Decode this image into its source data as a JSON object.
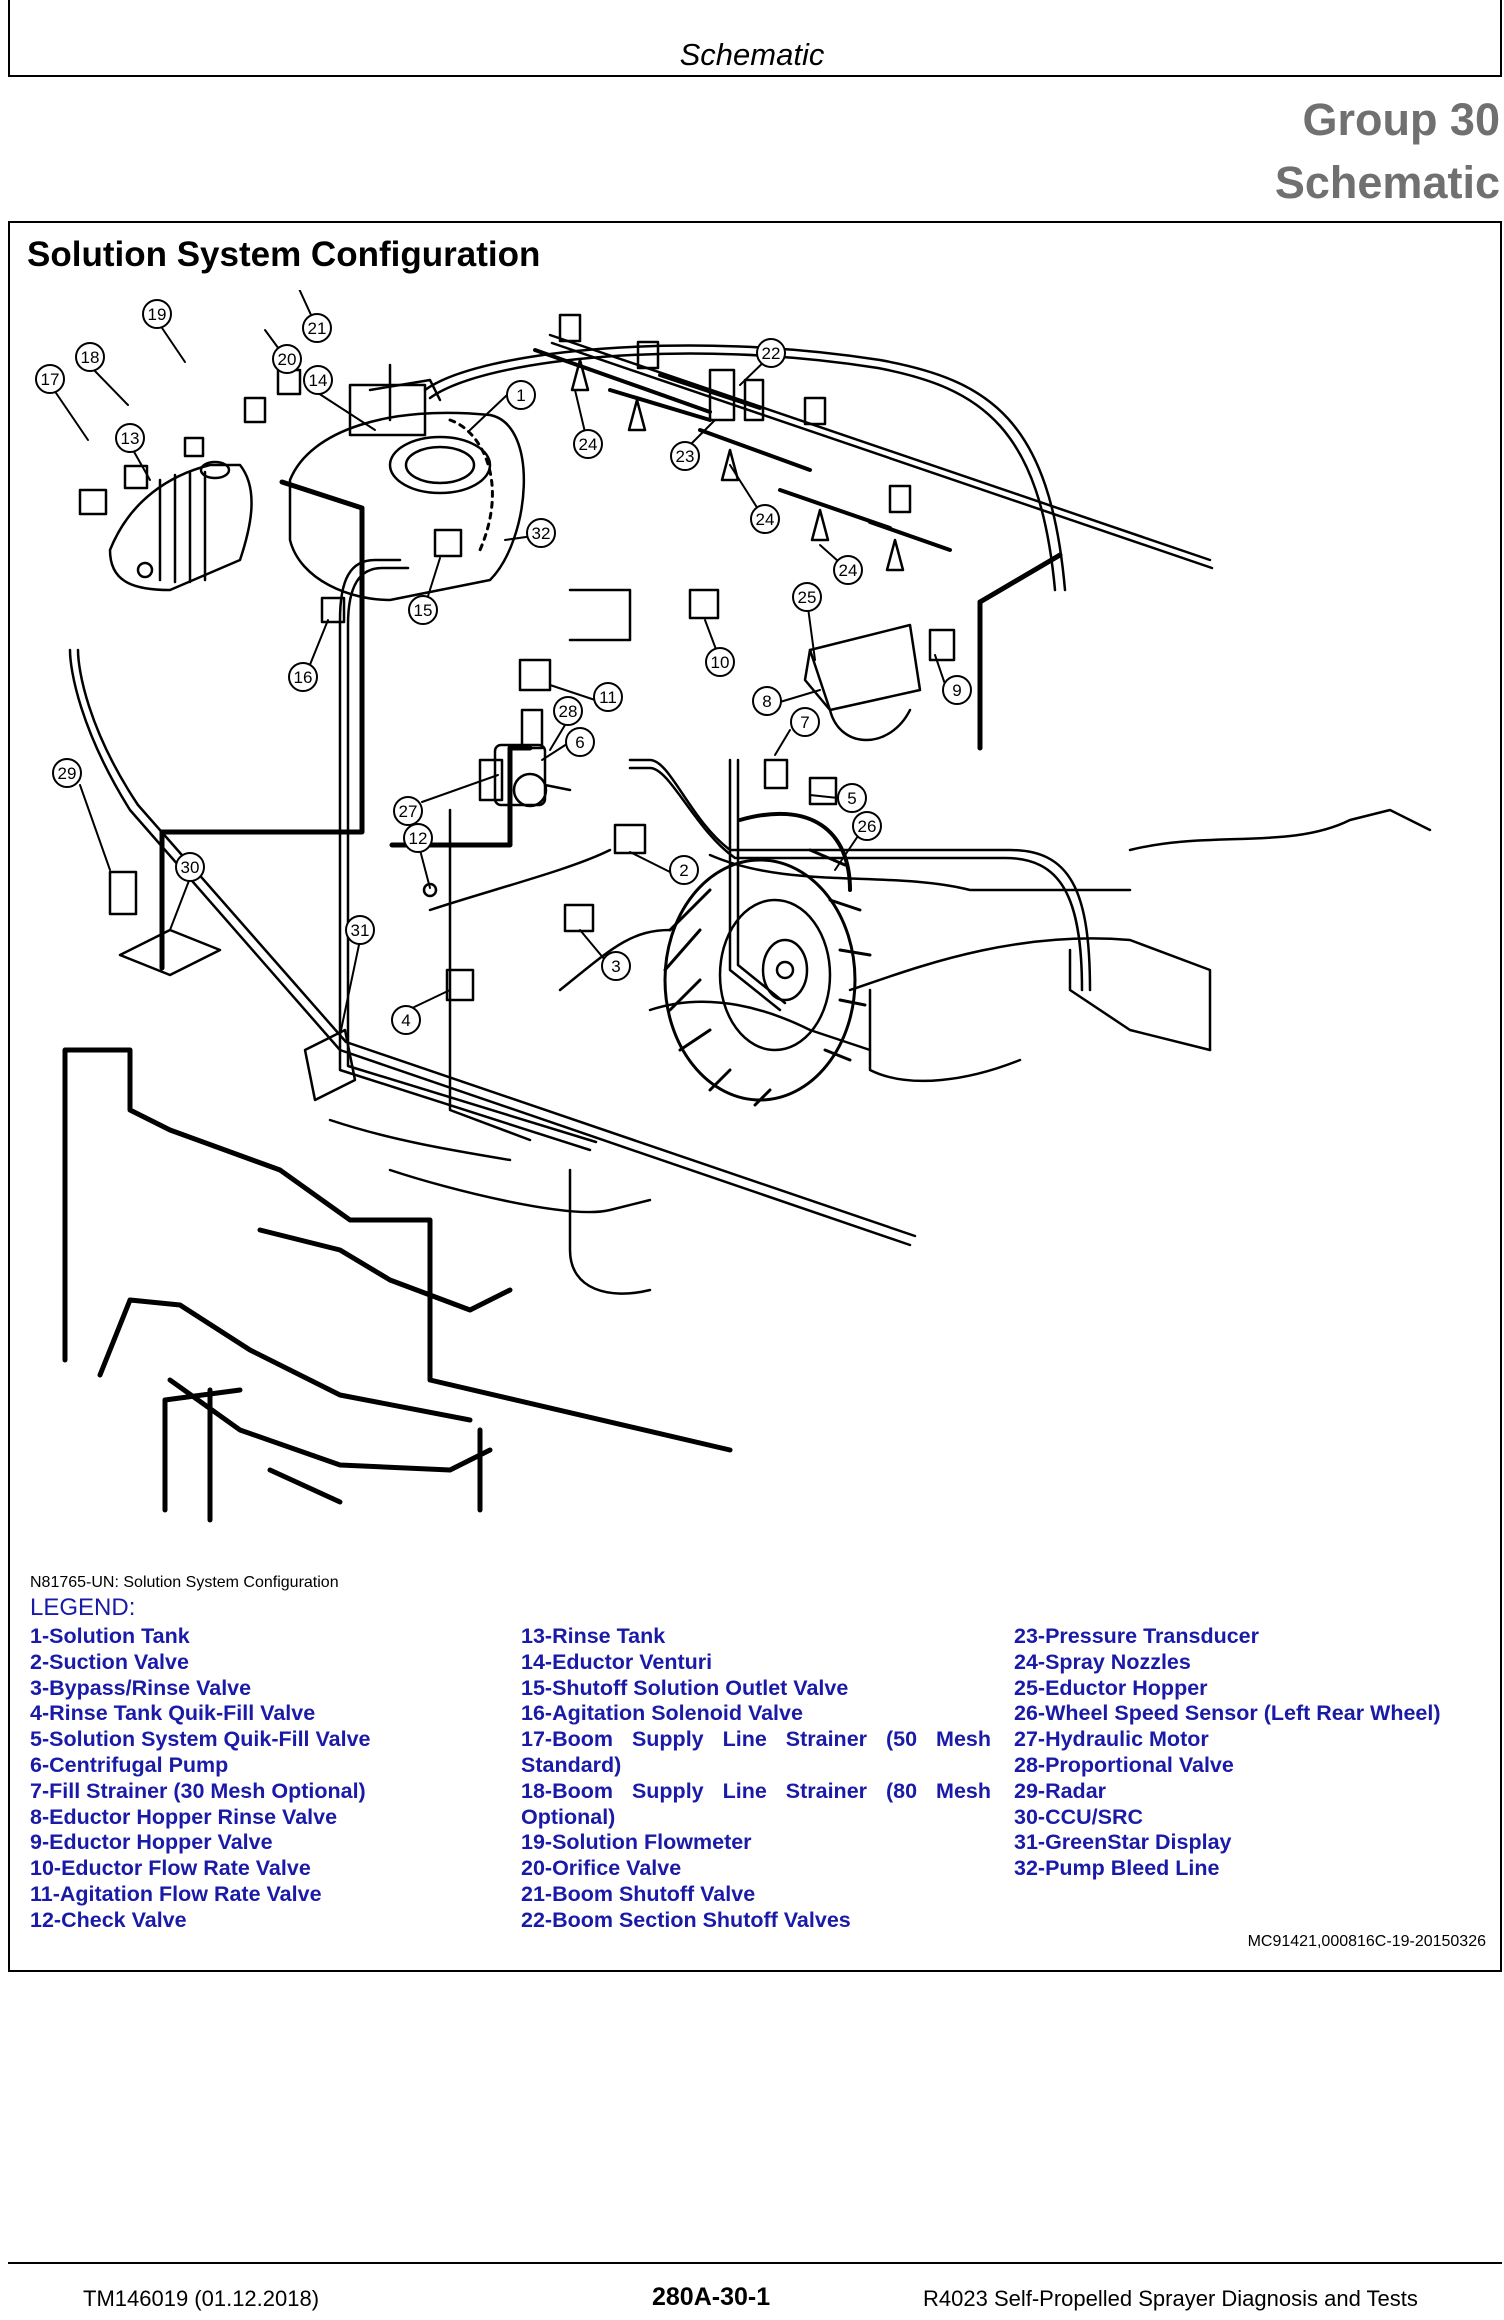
{
  "header": {
    "title": "Schematic"
  },
  "group": {
    "line1": "Group 30",
    "line2": "Schematic"
  },
  "section": {
    "title": "Solution System Configuration"
  },
  "diagram": {
    "callouts": [
      "1",
      "2",
      "3",
      "4",
      "5",
      "6",
      "7",
      "8",
      "9",
      "10",
      "11",
      "12",
      "13",
      "14",
      "15",
      "16",
      "17",
      "18",
      "19",
      "20",
      "21",
      "22",
      "23",
      "24",
      "25",
      "26",
      "27",
      "28",
      "29",
      "30",
      "31",
      "32"
    ]
  },
  "figure": {
    "id": "N81765-UN: Solution System Configuration"
  },
  "legend": {
    "title": "LEGEND:",
    "col1": [
      "1-Solution Tank",
      "2-Suction Valve",
      "3-Bypass/Rinse Valve",
      "4-Rinse Tank Quik-Fill Valve",
      "5-Solution System Quik-Fill Valve",
      "6-Centrifugal Pump",
      "7-Fill Strainer (30 Mesh Optional)",
      "8-Eductor Hopper Rinse Valve",
      "9-Eductor Hopper Valve",
      "10-Eductor Flow Rate Valve",
      "11-Agitation Flow Rate Valve",
      "12-Check Valve"
    ],
    "col2": [
      "13-Rinse Tank",
      "14-Eductor Venturi",
      "15-Shutoff Solution Outlet Valve",
      "16-Agitation Solenoid Valve",
      "17-Boom Supply Line Strainer (50 Mesh Standard)",
      "18-Boom Supply Line Strainer (80 Mesh Optional)",
      "19-Solution Flowmeter",
      "20-Orifice Valve",
      "21-Boom Shutoff Valve",
      "22-Boom Section Shutoff Valves"
    ],
    "col3": [
      "23-Pressure Transducer",
      "24-Spray Nozzles",
      "25-Eductor Hopper",
      "26-Wheel Speed Sensor (Left Rear Wheel)",
      "27-Hydraulic Motor",
      "28-Proportional Valve",
      "29-Radar",
      "30-CCU/SRC",
      "31-GreenStar Display",
      "32-Pump Bleed Line"
    ]
  },
  "doc_code": "MC91421,000816C-19-20150326",
  "footer": {
    "left": "TM146019 (01.12.2018)",
    "center": "280A-30-1",
    "right": "R4023 Self-Propelled Sprayer Diagnosis and Tests"
  }
}
